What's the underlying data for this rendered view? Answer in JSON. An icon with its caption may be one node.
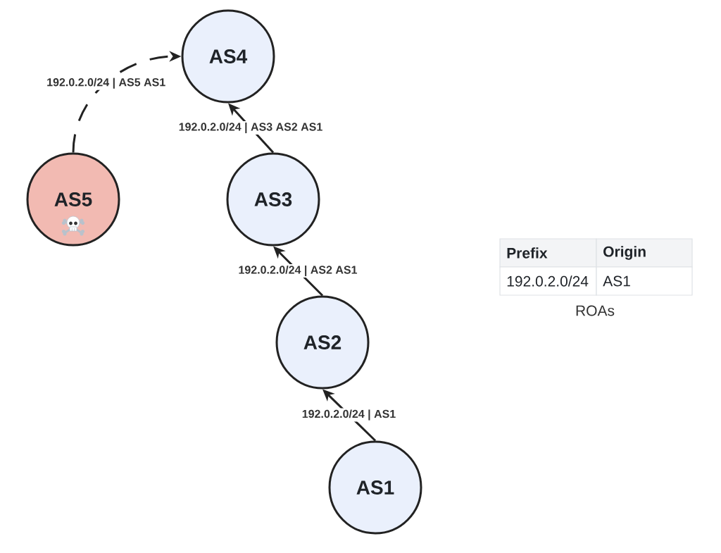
{
  "diagram": {
    "nodes": [
      {
        "text": [
          "AS4"
        ]
      },
      {
        "text": [
          "AS5"
        ]
      },
      {
        "text": [
          "AS3"
        ]
      },
      {
        "text": [
          "AS2"
        ]
      },
      {
        "text": [
          "AS1"
        ]
      }
    ],
    "edges": [
      {
        "from": 1,
        "to": 0,
        "arrow": "to",
        "label": "192.0.2.0/24 | AS5 AS1",
        "style": "dashed"
      },
      {
        "from": 2,
        "to": 0,
        "arrow": "to",
        "label": "192.0.2.0/24 | AS3 AS2 AS1"
      },
      {
        "from": 3,
        "to": 2,
        "arrow": "to",
        "label": "192.0.2.0/24 | AS2 AS1"
      },
      {
        "from": 4,
        "to": 3,
        "arrow": "to",
        "label": "192.0.2.0/24 | AS1"
      }
    ],
    "labels": [
      "Prefix",
      "Origin",
      "192.0.2.0/24",
      "AS1",
      "ROAs"
    ]
  }
}
